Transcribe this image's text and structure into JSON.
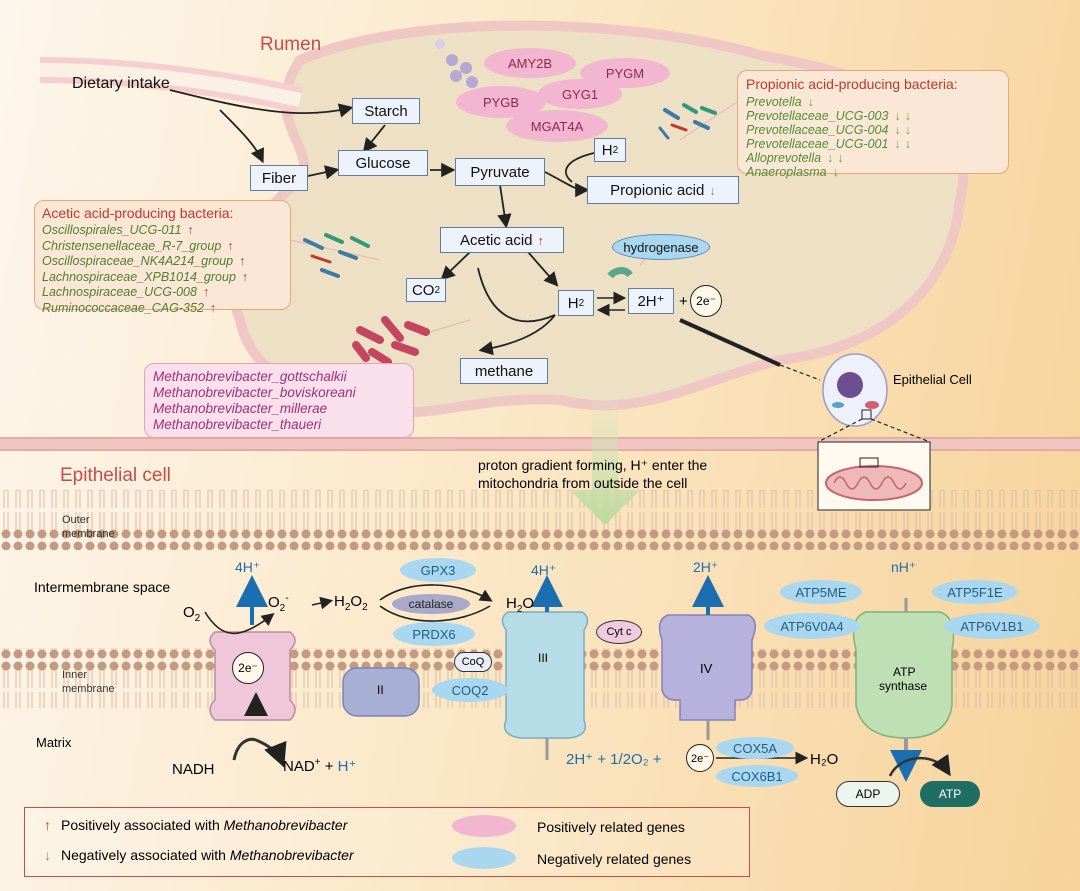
{
  "rumen": {
    "title": "Rumen",
    "dietary_intake": "Dietary intake",
    "starch": "Starch",
    "fiber": "Fiber",
    "glucose": "Glucose",
    "pyruvate": "Pyruvate",
    "h2_top": "H",
    "h2_top_sub": "2",
    "propionic_acid": "Propionic acid",
    "acetic_acid": "Acetic acid",
    "hydrogenase": "hydrogenase",
    "co2": "CO",
    "co2_sub": "2",
    "h2_mid": "H",
    "h2_mid_sub": "2",
    "two_h_plus": "2H⁺",
    "plus": "+",
    "two_e": "2e⁻",
    "methane": "methane",
    "positive_genes": [
      "AMY2B",
      "PYGM",
      "PYGB",
      "GYG1",
      "MGAT4A"
    ]
  },
  "propionic_bacteria": {
    "title": "Propionic acid-producing bacteria:",
    "items": [
      {
        "name": "Prevotella",
        "arrows": "↓"
      },
      {
        "name": "Prevotellaceae_UCG-003",
        "arrows": "↓↓"
      },
      {
        "name": "Prevotellaceae_UCG-004",
        "arrows": "↓↓"
      },
      {
        "name": "Prevotellaceae_UCG-001",
        "arrows": "↓↓"
      },
      {
        "name": "Alloprevotella",
        "arrows": "↓↓"
      },
      {
        "name": "Anaeroplasma",
        "arrows": "↓"
      }
    ]
  },
  "acetic_bacteria": {
    "title": "Acetic acid-producing bacteria:",
    "items": [
      {
        "name": "Oscillospirales_UCG-011",
        "arrows": "↑"
      },
      {
        "name": "Christensenellaceae_R-7_group",
        "arrows": "↑"
      },
      {
        "name": "Oscillospiraceae_NK4A214_group",
        "arrows": "↑"
      },
      {
        "name": "Lachnospiraceae_XPB1014_group",
        "arrows": "↑"
      },
      {
        "name": "Lachnospiraceae_UCG-008",
        "arrows": "↑"
      },
      {
        "name": "Ruminococcaceae_CAG-352",
        "arrows": "↑"
      }
    ]
  },
  "methanogens": {
    "items": [
      "Methanobrevibacter_gottschalkii",
      "Methanobrevibacter_boviskoreani",
      "Methanobrevibacter_millerae",
      "Methanobrevibacter_thaueri"
    ]
  },
  "epithelial_cell_label": "Epithelial Cell",
  "epithelial": {
    "title": "Epithelial cell",
    "proton_note_line1": "proton gradient forming, H⁺ enter the",
    "proton_note_line2": "mitochondria from outside the cell",
    "outer_membrane_1": "Outer",
    "outer_membrane_2": "membrane",
    "intermembrane_space": "Intermembrane space",
    "inner_membrane_1": "Inner",
    "inner_membrane_2": "membrane",
    "matrix": "Matrix",
    "h_4_left": "4H⁺",
    "h_4_mid": "4H⁺",
    "h_2": "2H⁺",
    "h_n": "nH⁺",
    "o2": "O",
    "o2_sub": "2",
    "o2_minus": "O",
    "o2_minus_sub": "2",
    "o2_minus_sup": "-",
    "h2o2": "H",
    "h2o2_a": "2",
    "h2o2_b": "O",
    "h2o2_c": "2",
    "catalase": "catalase",
    "h2o": "H",
    "h2o_sub": "2",
    "h2o_b": "O",
    "complex_e": "2e⁻",
    "complex_ii": "II",
    "complex_iii": "III",
    "complex_iv": "IV",
    "coq": "CoQ",
    "cytc": "Cyt c",
    "atp_synthase_1": "ATP",
    "atp_synthase_2": "synthase",
    "nadh": "NADH",
    "nad": "NAD",
    "nad_sup": "+",
    "nad_plus": "+",
    "nad_h": "H⁺",
    "iv_reaction": "2H⁺ + 1/2O₂ +",
    "iv_e": "2e⁻",
    "iv_product": "H₂O",
    "adp": "ADP",
    "atp": "ATP",
    "neg_genes": {
      "gpx3": "GPX3",
      "prdx6": "PRDX6",
      "coq2": "COQ2",
      "cox5a": "COX5A",
      "cox6b1": "COX6B1",
      "atp5me": "ATP5ME",
      "atp5f1e": "ATP5F1E",
      "atp6v0a4": "ATP6V0A4",
      "atp6v1b1": "ATP6V1B1"
    }
  },
  "legend": {
    "pos_assoc": "Positively associated with ",
    "neg_assoc": "Negatively associated with ",
    "organism": "Methanobrevibacter",
    "pos_genes": "Positively related genes",
    "neg_genes": "Negatively related genes"
  },
  "colors": {
    "positive": "#c0392b",
    "negative": "#5ab03a",
    "pink_gene": "#f3b6d0",
    "blue_gene": "#a9d7f0",
    "panel_border": "#e9a77a"
  }
}
